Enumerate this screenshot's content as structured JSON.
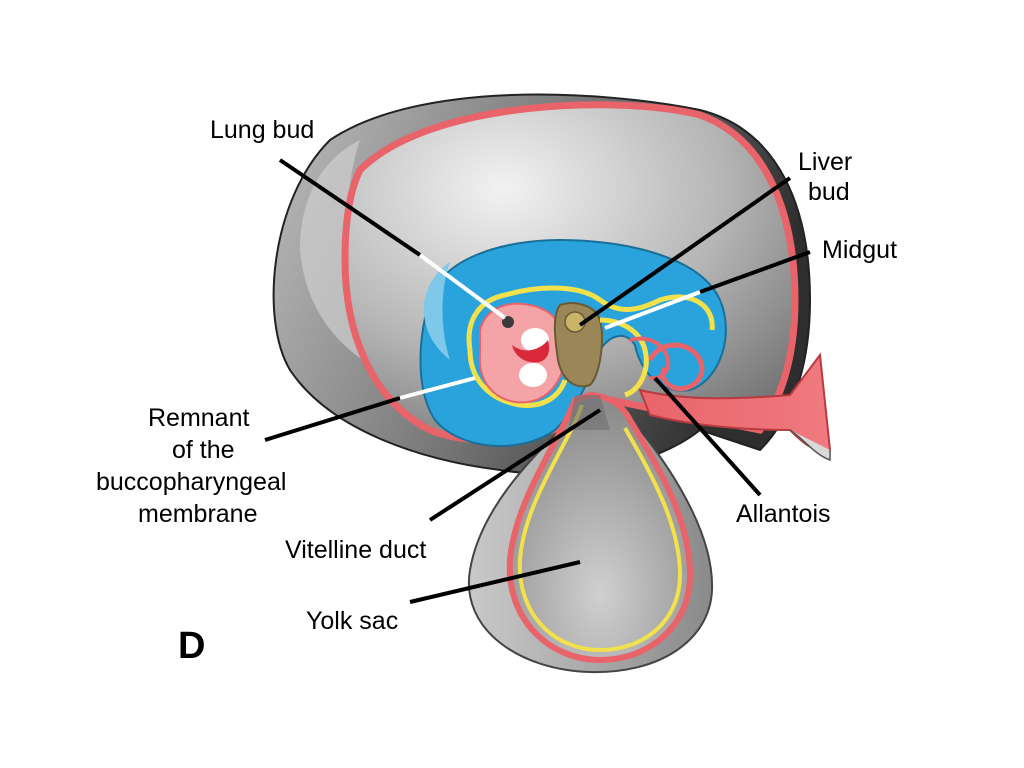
{
  "figure": {
    "panel_letter": "D",
    "labels": {
      "lung_bud": "Lung bud",
      "liver_bud_line1": "Liver",
      "liver_bud_line2": "bud",
      "midgut": "Midgut",
      "remnant_line1": "Remnant",
      "remnant_line2": "of the",
      "remnant_line3": "buccopharyngeal",
      "remnant_line4": "membrane",
      "vitelline_duct": "Vitelline duct",
      "allantois": "Allantois",
      "yolk_sac": "Yolk sac"
    }
  },
  "colors": {
    "ectoderm_red": "#e8646a",
    "endoderm_yellow": "#f2e14a",
    "amniotic_blue": "#2aa3dc",
    "cavity_grey": "#9c9c9c",
    "outer_dark": "#3a3a3a",
    "liver_olive": "#9a8656"
  }
}
